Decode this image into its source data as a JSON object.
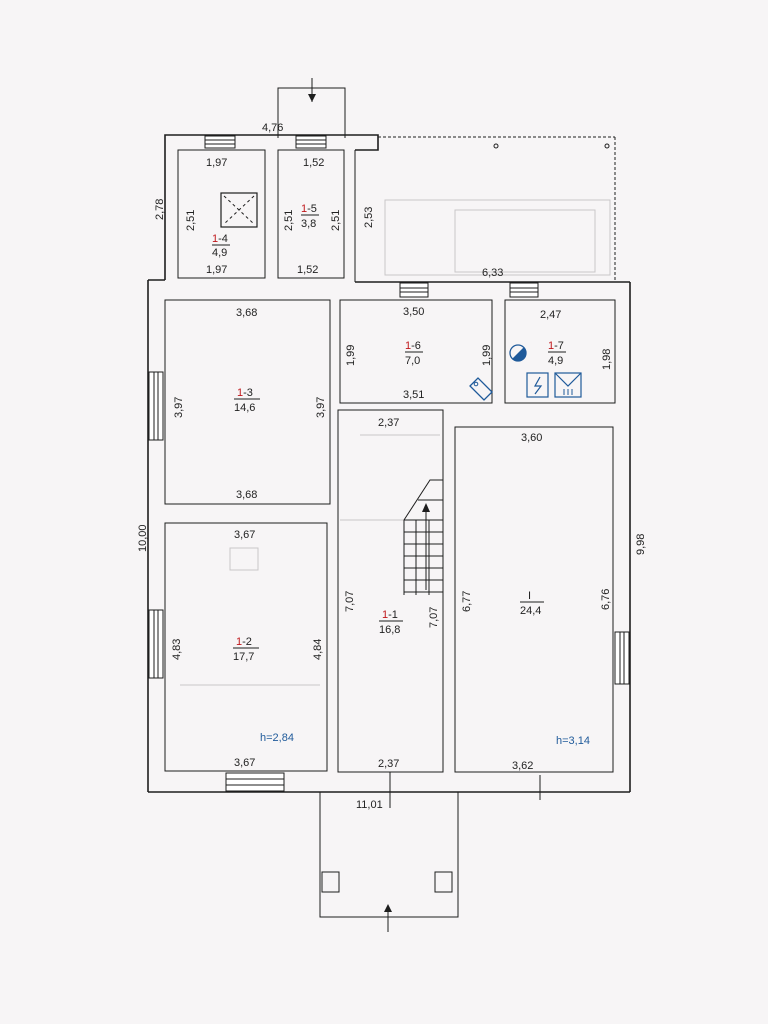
{
  "rooms": {
    "r14": {
      "id_prefix": "1",
      "id_suffix": "-4",
      "area": "4,9",
      "dim_top": "1,97",
      "dim_bottom": "1,97",
      "dim_left": "2,51"
    },
    "r15": {
      "id_prefix": "1",
      "id_suffix": "-5",
      "area": "3,8",
      "dim_top": "1,52",
      "dim_bottom": "1,52",
      "dim_left": "2,51",
      "dim_right": "2,51"
    },
    "r13": {
      "id_prefix": "1",
      "id_suffix": "-3",
      "area": "14,6",
      "dim_top": "3,68",
      "dim_bottom": "3,68",
      "dim_left": "3,97",
      "dim_right": "3,97"
    },
    "r16": {
      "id_prefix": "1",
      "id_suffix": "-6",
      "area": "7,0",
      "dim_top": "3,50",
      "dim_bottom": "3,51",
      "dim_left": "1,99",
      "dim_right": "1,99"
    },
    "r17": {
      "id_prefix": "1",
      "id_suffix": "-7",
      "area": "4,9",
      "dim_top": "2,47",
      "dim_right": "1,98"
    },
    "r12": {
      "id_prefix": "1",
      "id_suffix": "-2",
      "area": "17,7",
      "dim_top": "3,67",
      "dim_bottom": "3,67",
      "dim_left": "4,83",
      "dim_right": "4,84",
      "height": "h=2,84"
    },
    "r11": {
      "id_prefix": "1",
      "id_suffix": "-1",
      "area": "16,8",
      "dim_top": "2,37",
      "dim_bottom": "2,37",
      "dim_left": "7,07",
      "dim_right": "7,07"
    },
    "rI": {
      "id": "I",
      "area": "24,4",
      "dim_top": "3,60",
      "dim_bottom": "3,62",
      "dim_left": "6,77",
      "dim_right": "6,76",
      "height": "h=3,14"
    }
  },
  "outer": {
    "top_width": "4,76",
    "left_top_height": "2,78",
    "left_height": "10,00",
    "right_height": "9,98",
    "bottom_width": "11,01",
    "annex_width": "6,33",
    "annex_height": "2,53"
  },
  "icons": [
    "ventilation-shaft-icon",
    "gas-meter-icon",
    "electric-panel-icon",
    "gas-boiler-icon",
    "price-tag-icon",
    "entry-arrow-icon",
    "stair-arrow-icon"
  ]
}
